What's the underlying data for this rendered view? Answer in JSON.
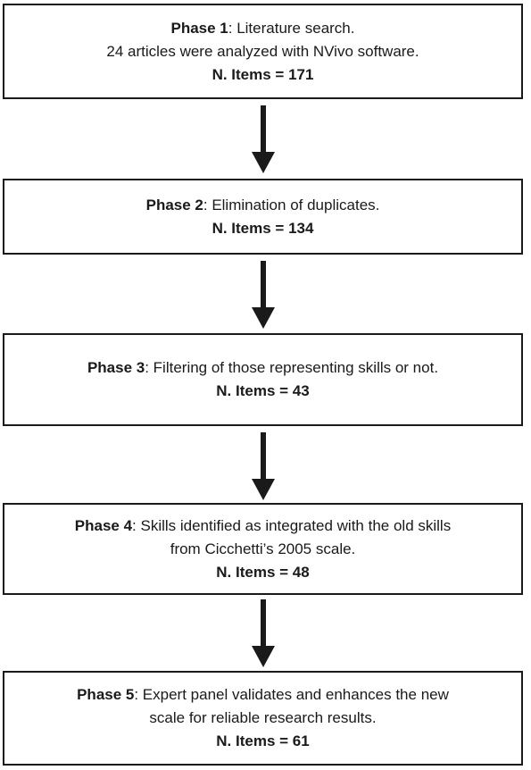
{
  "phases": [
    {
      "label": "Phase 1",
      "desc_line1": ": Literature search.",
      "desc_line2": "24 articles were analyzed with NVivo software.",
      "items": "N. Items = 171"
    },
    {
      "label": "Phase 2",
      "desc_line1": ": Elimination of duplicates.",
      "desc_line2": "",
      "items": "N. Items = 134"
    },
    {
      "label": "Phase 3",
      "desc_line1": ": Filtering of those representing skills or not.",
      "desc_line2": "",
      "items": "N. Items = 43"
    },
    {
      "label": "Phase 4",
      "desc_line1": ": Skills identified as integrated with the old skills",
      "desc_line2": "from Cicchetti’s 2005 scale.",
      "items": "N. Items = 48"
    },
    {
      "label": "Phase 5",
      "desc_line1": ": Expert panel validates and enhances the new",
      "desc_line2": "scale for reliable research results.",
      "items": "N. Items = 61"
    }
  ],
  "colors": {
    "stroke": "#1a1a1a",
    "background": "#ffffff"
  }
}
